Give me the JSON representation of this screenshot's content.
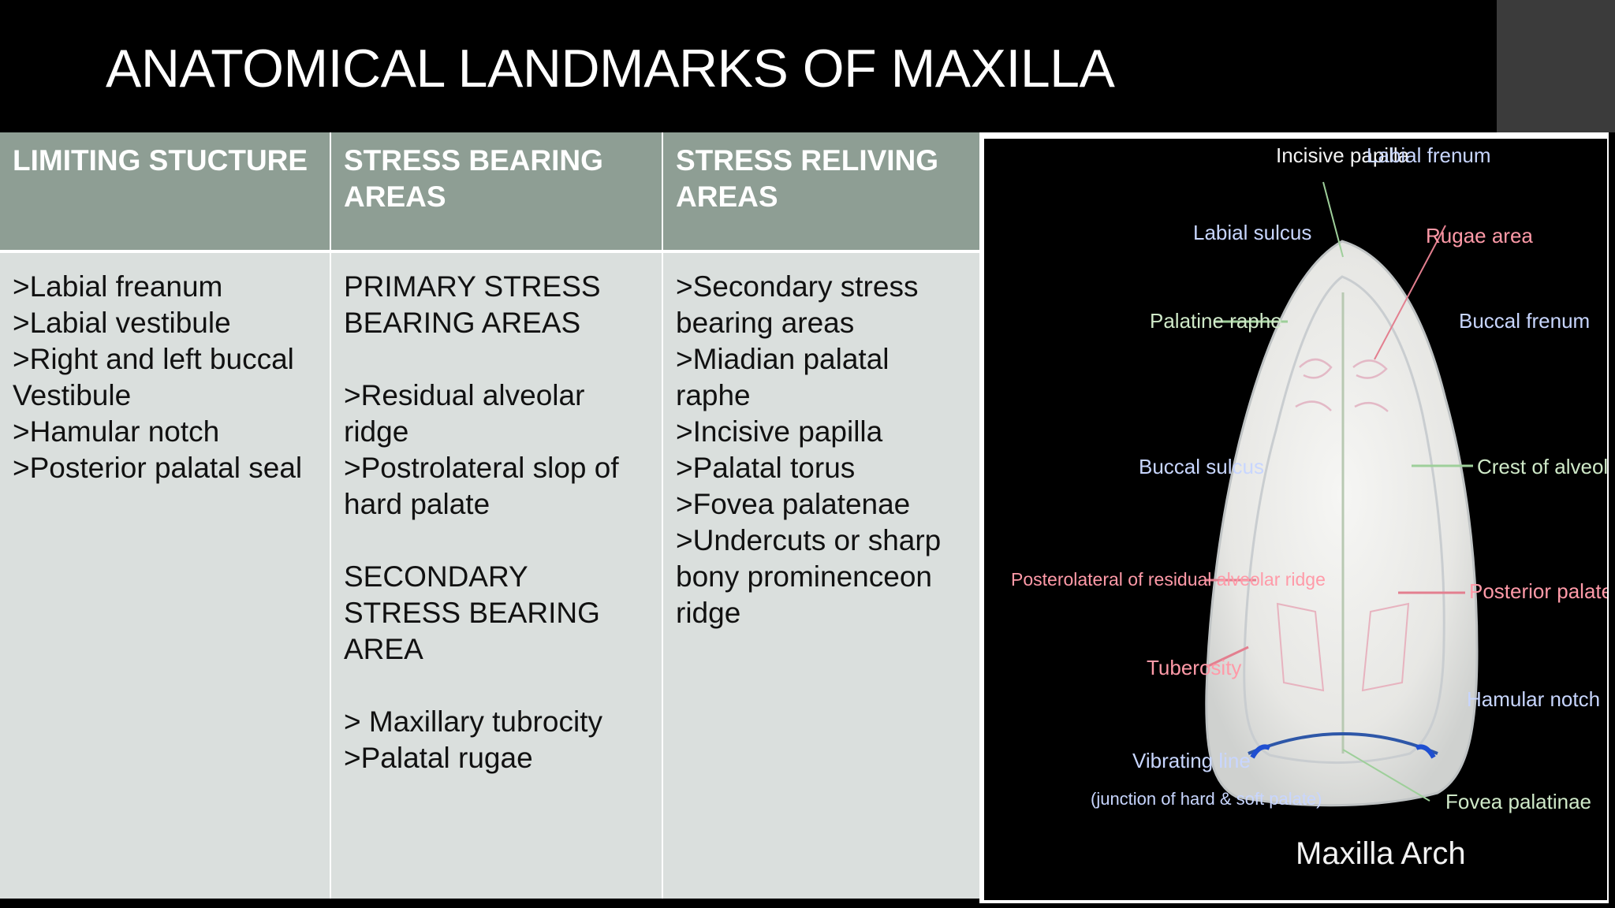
{
  "slide": {
    "title": "ANATOMICAL LANDMARKS OF MAXILLA"
  },
  "table": {
    "headers": [
      "LIMITING STUCTURE",
      "STRESS BEARING AREAS",
      "STRESS RELIVING AREAS"
    ],
    "col1": [
      ">Labial freanum",
      ">Labial vestibule",
      ">Right and left buccal",
      "Vestibule",
      ">Hamular notch",
      ">Posterior palatal seal"
    ],
    "col2": [
      "PRIMARY STRESS",
      "BEARING AREAS",
      "",
      ">Residual alveolar",
      "ridge",
      ">Postrolateral slop of",
      "hard palate",
      "",
      "SECONDARY",
      "STRESS BEARING",
      "AREA",
      "",
      "> Maxillary tubrocity",
      ">Palatal rugae"
    ],
    "col3": [
      ">Secondary stress",
      "bearing areas",
      ">Miadian palatal",
      "raphe",
      ">Incisive papilla",
      ">Palatal torus",
      ">Fovea palatenae",
      ">Undercuts or sharp",
      "bony prominenceon",
      "ridge"
    ]
  },
  "figure": {
    "caption": "Maxilla Arch",
    "labels": {
      "incisive_papilla": "Incisive papilla",
      "labial_frenum": "Labial frenum",
      "labial_sulcus": "Labial sulcus",
      "rugae_area": "Rugae area",
      "palatine_raphe": "Palatine raphe",
      "buccal_frenum": "Buccal frenum",
      "buccal_sulcus": "Buccal sulcus",
      "crest_alveolar_ridge": "Crest of alveolar ridge",
      "posterolateral_ridge": "Posterolateral of residual alveolar ridge",
      "posterior_palate": "Posterior palate",
      "tuberosity": "Tuberosity",
      "hamular_notch": "Hamular notch",
      "vibrating_line": "Vibrating line",
      "vibrating_line_note": "(junction of hard & soft palate)",
      "fovea_palatinae": "Fovea palatinae"
    }
  },
  "colors": {
    "header_bg": "#8e9e94",
    "cell_bg": "#dadfdd",
    "slide_bg": "#000000"
  }
}
